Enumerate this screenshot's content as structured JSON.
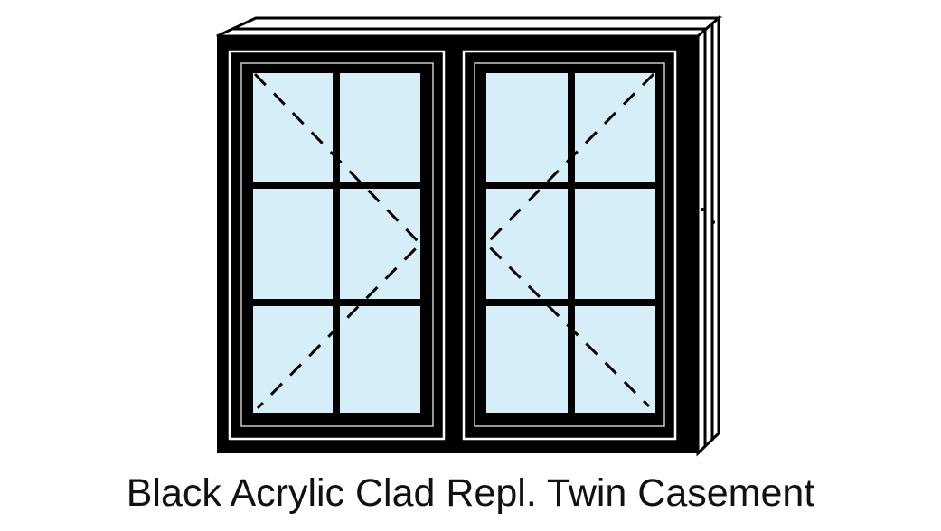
{
  "caption": "Black Acrylic Clad Repl. Twin Casement",
  "colors": {
    "frame": "#000000",
    "glass": "#d6eef8",
    "background": "#ffffff"
  },
  "window": {
    "sashes": 2,
    "grid_columns": 2,
    "grid_rows": 3,
    "operation": "casement"
  }
}
